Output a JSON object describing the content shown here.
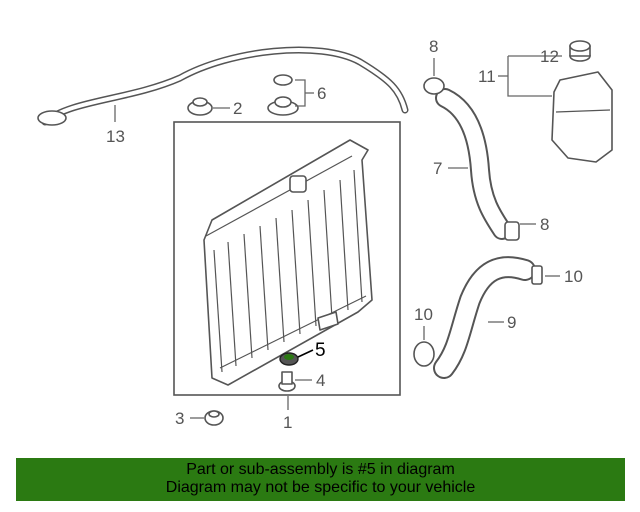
{
  "diagram": {
    "callouts": {
      "c1": "1",
      "c2": "2",
      "c3": "3",
      "c4": "4",
      "c5": "5",
      "c6": "6",
      "c7": "7",
      "c8_top": "8",
      "c8_lower": "8",
      "c9": "9",
      "c10_left": "10",
      "c10_right": "10",
      "c11": "11",
      "c12": "12",
      "c13": "13"
    },
    "highlighted_part": "5"
  },
  "banner": {
    "line1": "Part or sub-assembly is #5 in diagram",
    "line2": "Diagram may not be specific to your vehicle",
    "background": "#2b7a12"
  },
  "colors": {
    "line": "#555555",
    "highlight_fill": "#2b7a12"
  }
}
